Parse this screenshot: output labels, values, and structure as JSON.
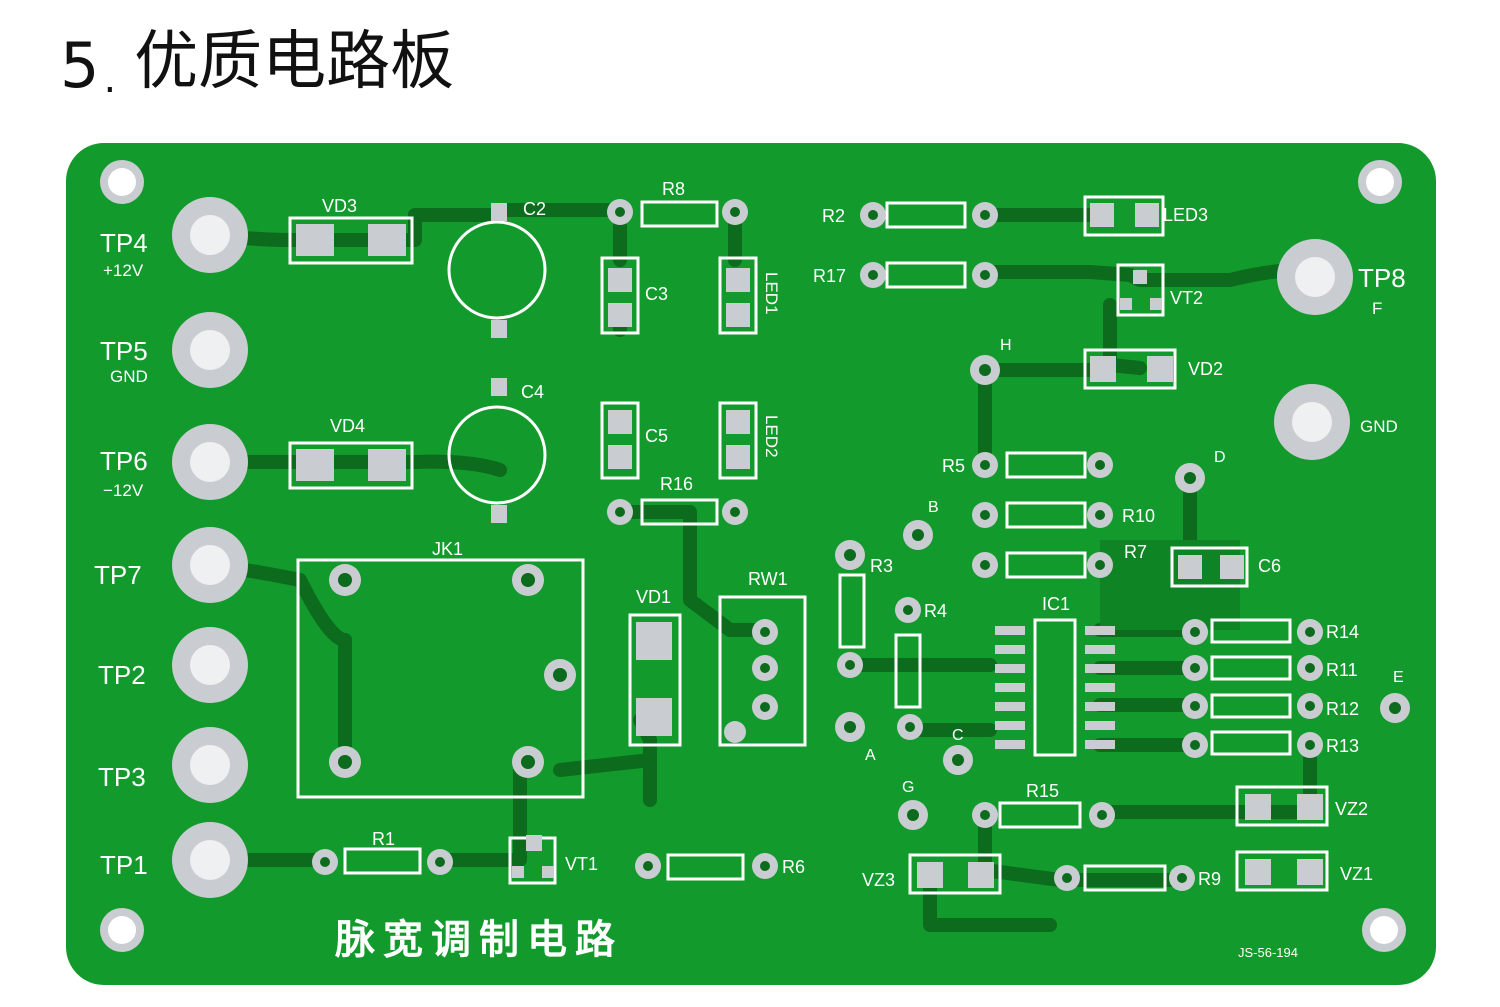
{
  "heading": {
    "number": "5",
    "separator": ".",
    "text": "优质电路板"
  },
  "colors": {
    "board": "#129a2c",
    "trace": "#0c6b1c",
    "silkscreen": "#ffffff",
    "pad": "#c9ccd1",
    "pad_hole": "#ffffff"
  },
  "board": {
    "footer_title": "脉宽调制电路",
    "part_code": "JS-56-194",
    "test_points": [
      {
        "id": "TP4",
        "sub": "+12V"
      },
      {
        "id": "TP5",
        "sub": "GND"
      },
      {
        "id": "TP6",
        "sub": "−12V"
      },
      {
        "id": "TP7",
        "sub": ""
      },
      {
        "id": "TP2",
        "sub": ""
      },
      {
        "id": "TP3",
        "sub": ""
      },
      {
        "id": "TP1",
        "sub": ""
      },
      {
        "id": "TP8",
        "sub": "F"
      }
    ],
    "labels": {
      "gnd_right": "GND",
      "VD3": "VD3",
      "VD4": "VD4",
      "VD1": "VD1",
      "VD2": "VD2",
      "C2": "C2",
      "C3": "C3",
      "C4": "C4",
      "C5": "C5",
      "C6": "C6",
      "R8": "R8",
      "R16": "R16",
      "R1": "R1",
      "R6": "R6",
      "R2": "R2",
      "R17": "R17",
      "R5": "R5",
      "R10": "R10",
      "R7": "R7",
      "R3": "R3",
      "R4": "R4",
      "R14": "R14",
      "R11": "R11",
      "R12": "R12",
      "R13": "R13",
      "R15": "R15",
      "R9": "R9",
      "LED1": "LED1",
      "LED2": "LED2",
      "LED3": "LED3",
      "JK1": "JK1",
      "RW1": "RW1",
      "VT1": "VT1",
      "VT2": "VT2",
      "IC1": "IC1",
      "VZ1": "VZ1",
      "VZ2": "VZ2",
      "VZ3": "VZ3",
      "A": "A",
      "B": "B",
      "C": "C",
      "D": "D",
      "E": "E",
      "G": "G",
      "H": "H"
    }
  }
}
